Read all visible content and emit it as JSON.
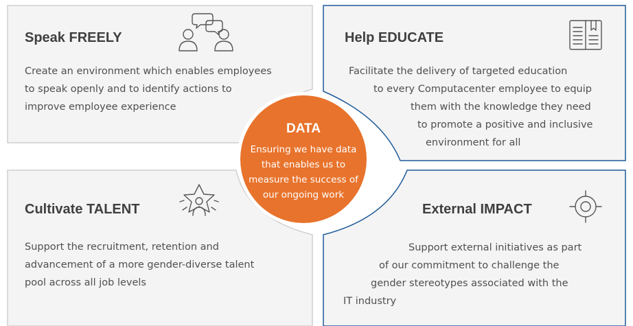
{
  "colors": {
    "panel_fill": "#f4f4f4",
    "grey_border": "#cfcfcf",
    "blue_border": "#1d5a99",
    "accent_orange": "#e8732c",
    "text": "#4f4f4f",
    "title": "#3f3f3f"
  },
  "panels": {
    "speak": {
      "title": "Speak FREELY",
      "icon": "two-people-speech-bubbles-icon",
      "lines": [
        "Create an environment which enables employees",
        "to speak openly and to identify actions to",
        "improve employee experience"
      ]
    },
    "educate": {
      "title": "Help EDUCATE",
      "icon": "open-book-icon",
      "lines": [
        "Facilitate the delivery of targeted education",
        "to every Computacenter employee to equip",
        "them with the knowledge they need",
        "to promote a positive and inclusive",
        "environment for all"
      ]
    },
    "talent": {
      "title": "Cultivate TALENT",
      "icon": "person-star-icon",
      "lines": [
        "Support the recruitment, retention and",
        "advancement of a more gender-diverse talent",
        "pool across all job levels"
      ]
    },
    "impact": {
      "title": "External IMPACT",
      "icon": "target-crosshair-icon",
      "lines": [
        "Support external initiatives as part",
        "of our commitment to challenge the",
        "gender stereotypes associated with the",
        "IT industry"
      ]
    }
  },
  "center": {
    "title": "DATA",
    "lines": [
      "Ensuring we have data",
      "that enables us to",
      "measure the success of",
      "our ongoing work"
    ]
  }
}
